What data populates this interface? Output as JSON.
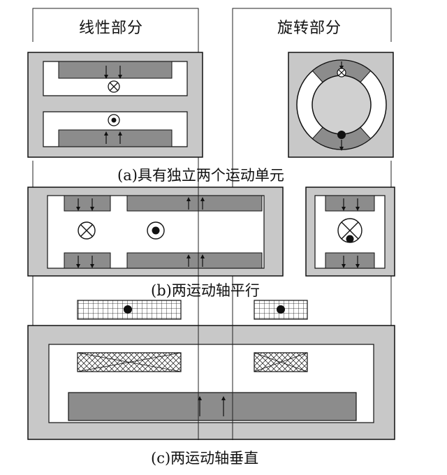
{
  "headers": {
    "linear": "线性部分",
    "rotary": "旋转部分"
  },
  "captions": {
    "a": "(a)具有独立两个运动单元",
    "b": "(b)两运动轴平行",
    "c": "(c)两运动轴垂直"
  },
  "colors": {
    "frame_fill": "#c8c8c8",
    "stator_fill": "#8c8c8c",
    "slot_fill": "#ffffff",
    "ring_fill": "#d0d0d0",
    "line": "#111111"
  },
  "icons": {
    "current_into_page": "circle-cross-icon",
    "current_out_of_page": "circle-dot-icon",
    "force_arrow": "arrow-icon",
    "coil_winding": "hatched-coil-icon"
  }
}
